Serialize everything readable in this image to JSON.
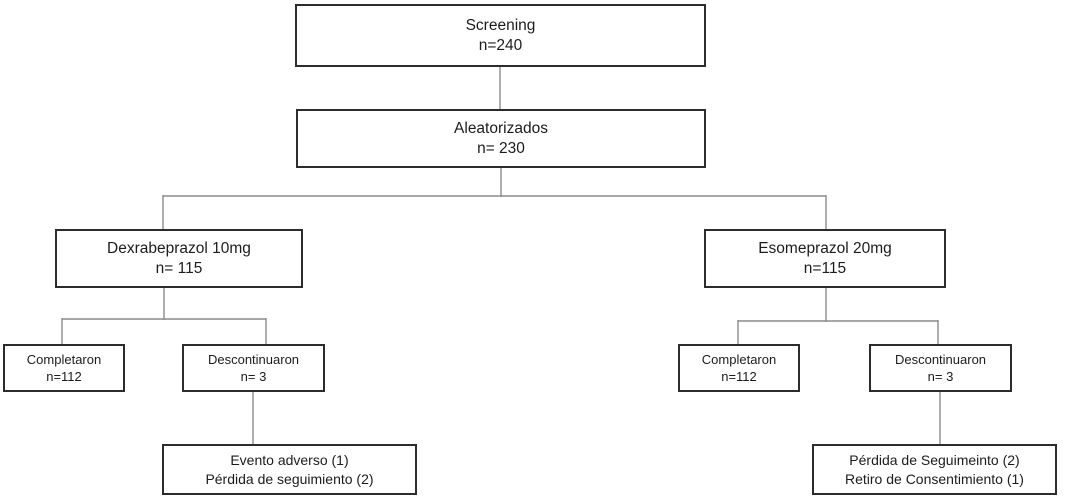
{
  "nodes": {
    "screening": {
      "line1": "Screening",
      "line2": "n=240"
    },
    "randomized": {
      "line1": "Aleatorizados",
      "line2": "n= 230"
    },
    "arm_dexrabeprazol": {
      "line1": "Dexrabeprazol 10mg",
      "line2": "n= 115"
    },
    "arm_esomeprazol": {
      "line1": "Esomeprazol 20mg",
      "line2": "n=115"
    },
    "dexra_completed": {
      "line1": "Completaron",
      "line2": "n=112"
    },
    "dexra_discontinued": {
      "line1": "Descontinuaron",
      "line2": "n= 3"
    },
    "dexra_reasons": {
      "line1": "Evento adverso (1)",
      "line2": "Pérdida de seguimiento (2)"
    },
    "esome_completed": {
      "line1": "Completaron",
      "line2": "n=112"
    },
    "esome_discontinued": {
      "line1": "Descontinuaron",
      "line2": "n= 3"
    },
    "esome_reasons": {
      "line1": "Pérdida de Seguimeinto (2)",
      "line2": "Retiro de Consentimiento (1)"
    }
  },
  "edges": [
    [
      "screening",
      "randomized"
    ],
    [
      "randomized",
      "arm_dexrabeprazol"
    ],
    [
      "randomized",
      "arm_esomeprazol"
    ],
    [
      "arm_dexrabeprazol",
      "dexra_completed"
    ],
    [
      "arm_dexrabeprazol",
      "dexra_discontinued"
    ],
    [
      "dexra_discontinued",
      "dexra_reasons"
    ],
    [
      "arm_esomeprazol",
      "esome_completed"
    ],
    [
      "arm_esomeprazol",
      "esome_discontinued"
    ],
    [
      "esome_discontinued",
      "esome_reasons"
    ]
  ],
  "colors": {
    "box_border": "#2c2c2c",
    "connector": "#8b8b8b",
    "text": "#1c1c1c",
    "background": "#ffffff"
  }
}
